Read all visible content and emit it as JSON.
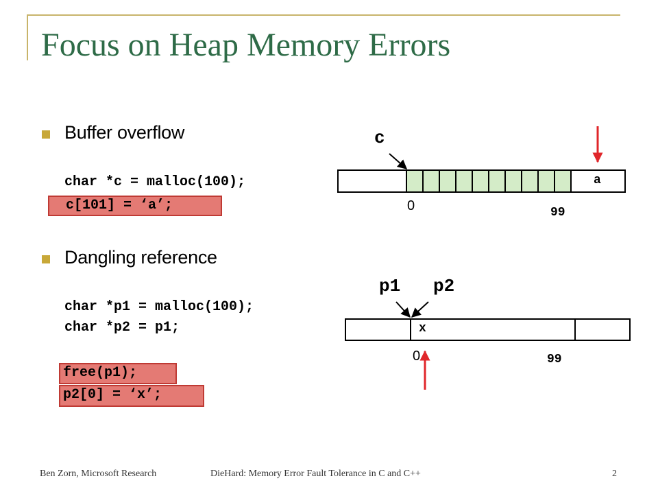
{
  "slide": {
    "title": "Focus on Heap Memory Errors",
    "bullets": [
      {
        "text": "Buffer overflow",
        "code": [
          "char *c = malloc(100);",
          "c[101] = ‘a’;"
        ]
      },
      {
        "text": "Dangling reference",
        "code": [
          "char *p1 = malloc(100);",
          "char *p2 = p1;",
          "free(p1);",
          "p2[0] = ‘x’;"
        ]
      }
    ]
  },
  "diagram1": {
    "pointer_label": "c",
    "cell_value": "a",
    "start_index": "0",
    "end_index": "99"
  },
  "diagram2": {
    "pointer1_label": "p1",
    "pointer2_label": "p2",
    "cell_value": "x",
    "start_index": "0",
    "end_index": "99"
  },
  "footer": {
    "author": "Ben Zorn, Microsoft Research",
    "deck": "DieHard: Memory Error Fault Tolerance in C and C++",
    "page": "2"
  },
  "colors": {
    "title": "#2e6b47",
    "bullet": "#c8a838",
    "highlight": "#e47a74",
    "allocated": "#d4ecc8",
    "arrow": "#e0262a"
  }
}
